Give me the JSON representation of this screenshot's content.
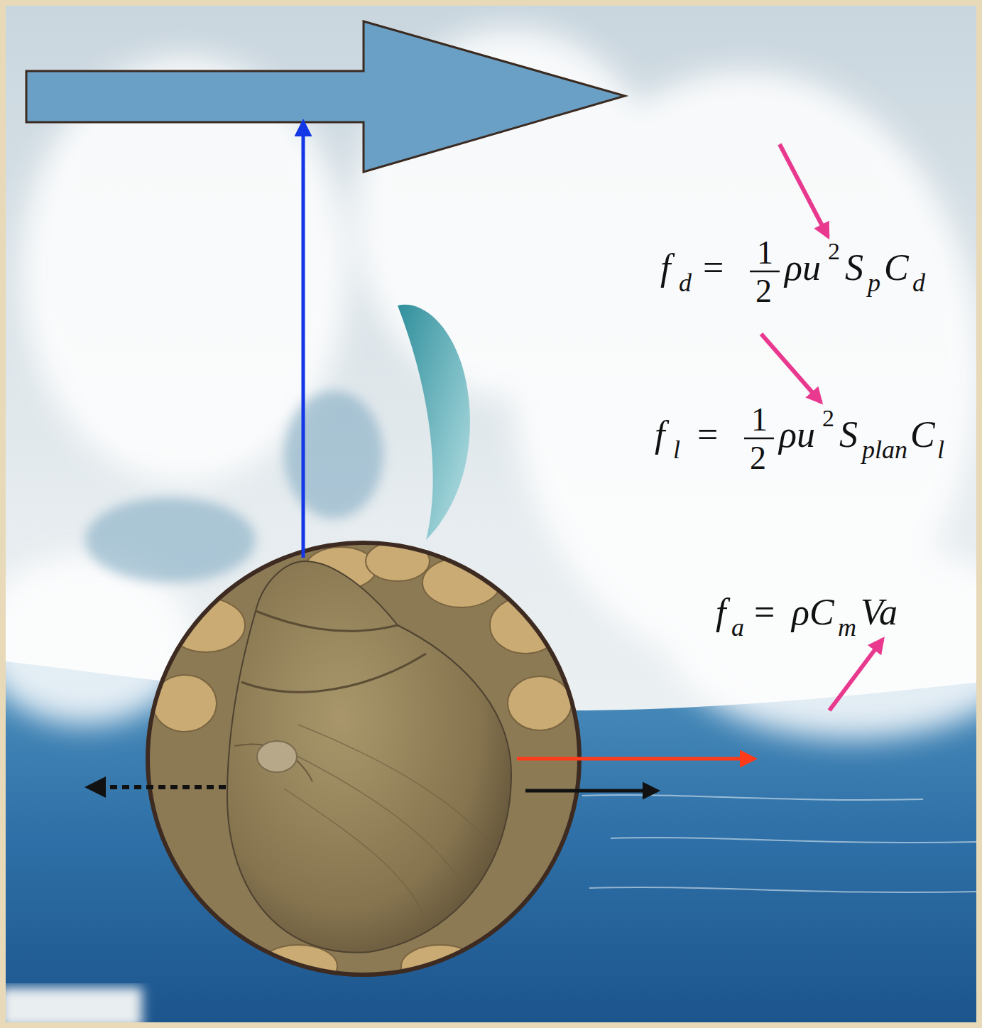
{
  "diagram": {
    "labels": [
      "f",
      "d",
      "=",
      "1",
      "2",
      "ρu",
      "2",
      "S",
      "p",
      "C",
      "d",
      "f",
      "l",
      "=",
      "1",
      "2",
      "ρu",
      "2",
      "S",
      "plan",
      "C",
      "l",
      "f",
      "a",
      "=",
      "ρC",
      "m",
      "Va"
    ]
  }
}
